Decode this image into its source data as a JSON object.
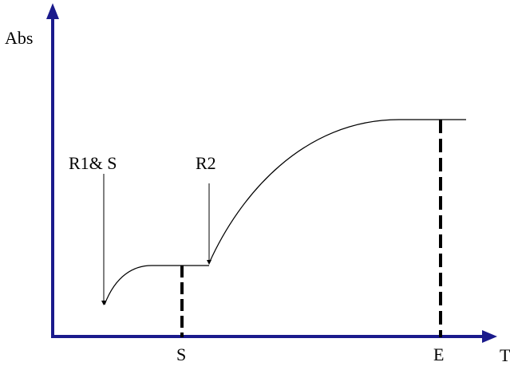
{
  "axes": {
    "y_label": "Abs",
    "x_label": "T",
    "color": "#1a1a8c"
  },
  "annotations": {
    "first_addition": "R1& S",
    "second_addition": "R2"
  },
  "markers": {
    "start": "S",
    "end": "E"
  },
  "colors": {
    "curve": "#000000",
    "dashed_marker": "#000000"
  }
}
